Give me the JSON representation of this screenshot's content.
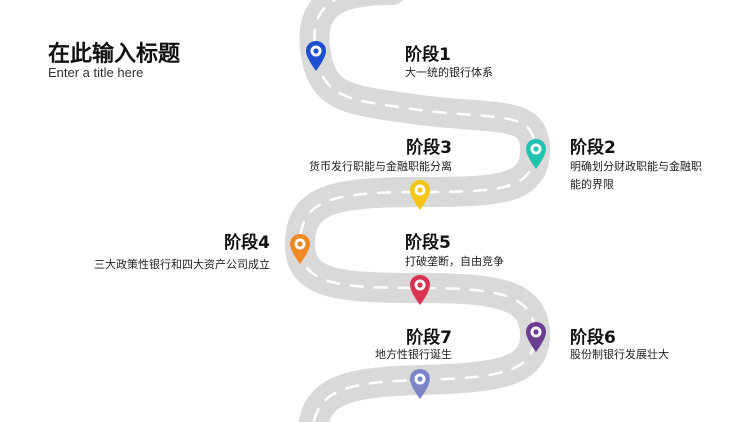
{
  "header": {
    "title": "在此输入标题",
    "subtitle": "Enter a title here"
  },
  "stages": [
    {
      "heading": "阶段1",
      "desc": "大一统的银行体系",
      "color": "#1f4fd1"
    },
    {
      "heading": "阶段2",
      "desc": "明确划分财政职能与金融职能的界限",
      "color": "#22c2b0"
    },
    {
      "heading": "阶段3",
      "desc": "货币发行职能与金融职能分离",
      "color": "#f5c518"
    },
    {
      "heading": "阶段4",
      "desc": "三大政策性银行和四大资产公司成立",
      "color": "#f08a24"
    },
    {
      "heading": "阶段5",
      "desc": "打破垄断，自由竞争",
      "color": "#d9334f"
    },
    {
      "heading": "阶段6",
      "desc": "股份制银行发展壮大",
      "color": "#6b3d91"
    },
    {
      "heading": "阶段7",
      "desc": "地方性银行诞生",
      "color": "#7a86c8"
    }
  ],
  "road": {
    "color": "#d9d9d9",
    "dash_color": "#ffffff"
  }
}
